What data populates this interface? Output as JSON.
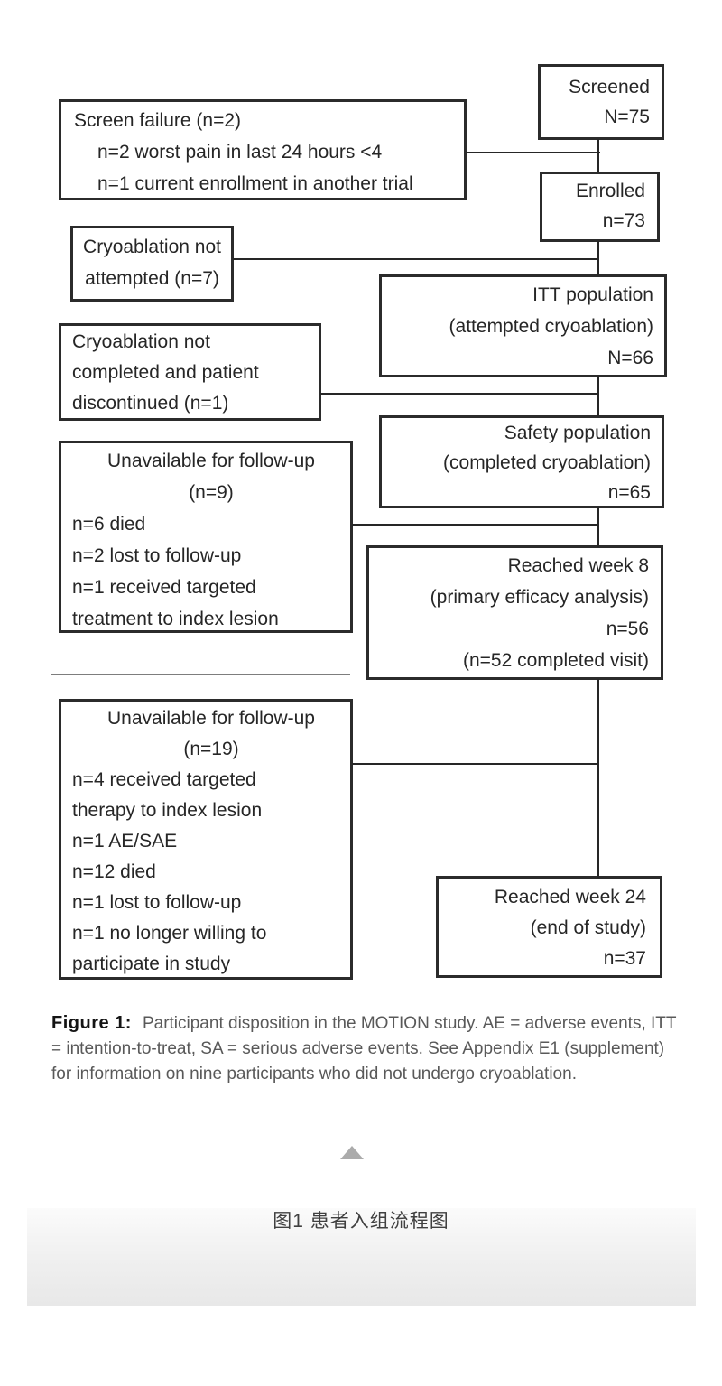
{
  "flowchart": {
    "screened": {
      "lines": [
        "Screened",
        "N=75"
      ]
    },
    "screen_failure": {
      "lines": [
        "Screen failure (n=2)",
        "n=2 worst pain in last 24 hours <4",
        "n=1 current enrollment in another trial"
      ]
    },
    "enrolled": {
      "lines": [
        "Enrolled",
        "n=73"
      ]
    },
    "cryo_not_attempted": {
      "lines": [
        "Cryoablation not",
        "attempted (n=7)"
      ]
    },
    "itt": {
      "lines": [
        "ITT population",
        "(attempted cryoablation)",
        "N=66"
      ]
    },
    "cryo_not_completed": {
      "lines": [
        "Cryoablation not",
        "completed and patient",
        "discontinued (n=1)"
      ]
    },
    "safety": {
      "lines": [
        "Safety population",
        "(completed cryoablation)",
        "n=65"
      ]
    },
    "unavailable_wk8": {
      "lines": [
        "Unavailable for follow-up",
        "(n=9)",
        "n=6 died",
        "n=2 lost to follow-up",
        "n=1 received targeted",
        "treatment to index lesion"
      ]
    },
    "week8": {
      "lines": [
        "Reached week 8",
        "(primary efficacy analysis)",
        "n=56",
        "(n=52 completed visit)"
      ]
    },
    "unavailable_wk24": {
      "lines": [
        "Unavailable for follow-up",
        "(n=19)",
        "n=4 received targeted",
        "therapy to index lesion",
        "n=1 AE/SAE",
        "n=12 died",
        "n=1 lost to follow-up",
        "n=1 no longer willing to",
        "participate in study"
      ]
    },
    "week24": {
      "lines": [
        "Reached week 24",
        "(end of study)",
        "n=37"
      ]
    }
  },
  "caption": {
    "label": "Figure 1:",
    "text": "Participant disposition in the MOTION study. AE = adverse events, ITT = intention-to-treat, SA = serious adverse events. See Appendix E1 (supplement) for information on nine participants who did not undergo cryoablation."
  },
  "footer": {
    "collapse_icon": "triangle-up",
    "figure_title_zh": "图1 患者入组流程图"
  },
  "colors": {
    "box_border": "#2b2b2b",
    "box_text": "#262626",
    "connector": "#262626",
    "divider": "#7d7d7d",
    "caption_text": "#595959",
    "caption_label": "#141414",
    "footer_title_text": "#404040",
    "collapse_icon": "#ababab",
    "band_gradient_top": "#fbfbfb",
    "band_gradient_bottom": "#e8e8e8"
  }
}
